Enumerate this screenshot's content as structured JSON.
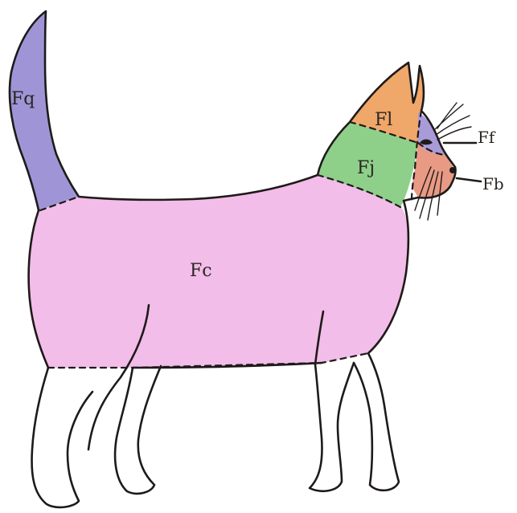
{
  "regions": {
    "tail": {
      "label": "Fq",
      "color": "#9f95d6"
    },
    "body": {
      "label": "Fc",
      "color": "#f2bde8"
    },
    "neck": {
      "label": "Fj",
      "color": "#8ed08a"
    },
    "head_top": {
      "label": "Fl",
      "color": "#f0a76a"
    },
    "eye_area": {
      "label": "Ff",
      "color": "#a99ad8"
    },
    "muzzle": {
      "label": "Fb",
      "color": "#e99a84"
    },
    "ear_inner": {
      "color": "#f0a76a"
    }
  },
  "colors": {
    "outline": "#1f1a1a",
    "background": "#ffffff",
    "legs": "#ffffff"
  }
}
